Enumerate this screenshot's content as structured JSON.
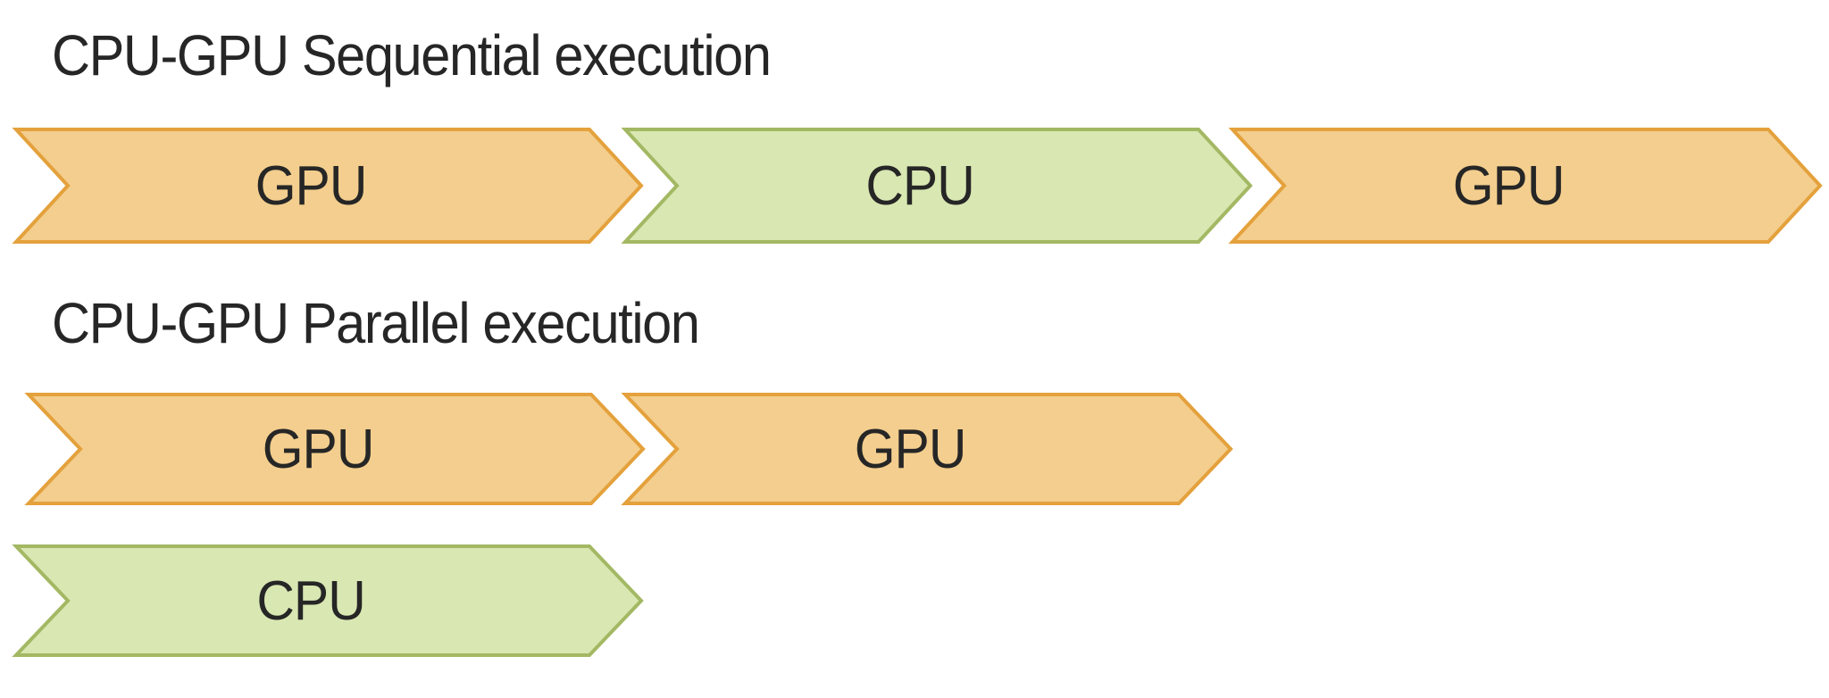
{
  "diagram": {
    "title_sequential": "CPU-GPU Sequential execution",
    "title_parallel": "CPU-GPU Parallel execution",
    "labels": {
      "gpu": "GPU",
      "cpu": "CPU"
    },
    "colors": {
      "orange_fill": "#F3CE8E",
      "orange_stroke": "#E4A13C",
      "green_fill": "#D9E7B2",
      "green_stroke": "#A3B863",
      "text": "#262626",
      "background": "#FFFFFF"
    },
    "rows": [
      {
        "name": "sequential",
        "blocks": [
          {
            "label": "GPU",
            "device": "gpu"
          },
          {
            "label": "CPU",
            "device": "cpu"
          },
          {
            "label": "GPU",
            "device": "gpu"
          }
        ]
      },
      {
        "name": "parallel-gpu",
        "blocks": [
          {
            "label": "GPU",
            "device": "gpu"
          },
          {
            "label": "GPU",
            "device": "gpu"
          }
        ]
      },
      {
        "name": "parallel-cpu",
        "blocks": [
          {
            "label": "CPU",
            "device": "cpu"
          }
        ]
      }
    ]
  }
}
